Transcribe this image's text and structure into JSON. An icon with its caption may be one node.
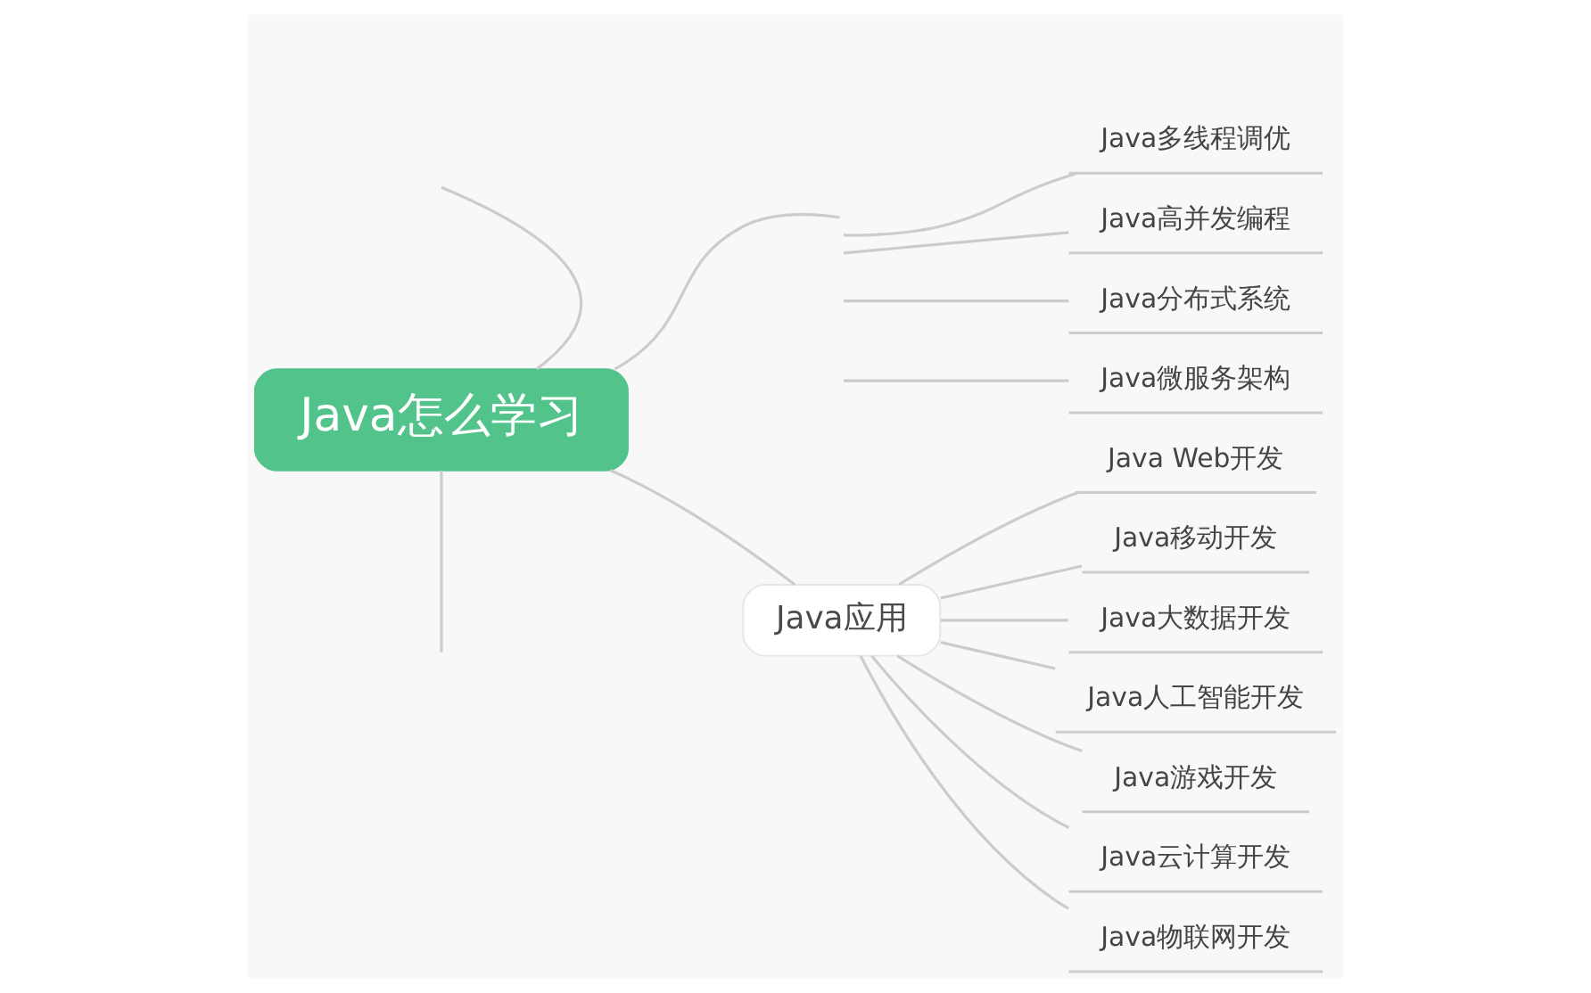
{
  "diagram": {
    "nodes": [
      {
        "text": [
          "Java怎么学习"
        ]
      },
      {
        "text": [
          "Java多线程调优"
        ]
      },
      {
        "text": [
          "Java高并发编程"
        ]
      },
      {
        "text": [
          "Java分布式系统"
        ]
      },
      {
        "text": [
          "Java微服务架构"
        ]
      },
      {
        "text": [
          "Java应用"
        ]
      },
      {
        "text": [
          "Java Web开发"
        ]
      },
      {
        "text": [
          "Java移动开发"
        ]
      },
      {
        "text": [
          "Java大数据开发"
        ]
      },
      {
        "text": [
          "Java人工智能开发"
        ]
      },
      {
        "text": [
          "Java游戏开发"
        ]
      },
      {
        "text": [
          "Java云计算开发"
        ]
      },
      {
        "text": [
          "Java物联网开发"
        ]
      }
    ],
    "edges": [
      {
        "from": 0,
        "to": null,
        "arrow": "none"
      },
      {
        "from": 0,
        "to": null,
        "arrow": "none"
      },
      {
        "from": null,
        "to": 1,
        "arrow": "none"
      },
      {
        "from": null,
        "to": 2,
        "arrow": "none"
      },
      {
        "from": null,
        "to": 3,
        "arrow": "none"
      },
      {
        "from": null,
        "to": 4,
        "arrow": "none"
      },
      {
        "from": 0,
        "to": 5,
        "arrow": "none"
      },
      {
        "from": 5,
        "to": 6,
        "arrow": "none"
      },
      {
        "from": 5,
        "to": 7,
        "arrow": "none"
      },
      {
        "from": 5,
        "to": 8,
        "arrow": "none"
      },
      {
        "from": 5,
        "to": 9,
        "arrow": "none"
      },
      {
        "from": 5,
        "to": 10,
        "arrow": "none"
      },
      {
        "from": 5,
        "to": 11,
        "arrow": "none"
      },
      {
        "from": 5,
        "to": 12,
        "arrow": "none"
      },
      {
        "from": 0,
        "to": null,
        "arrow": "none"
      }
    ]
  }
}
